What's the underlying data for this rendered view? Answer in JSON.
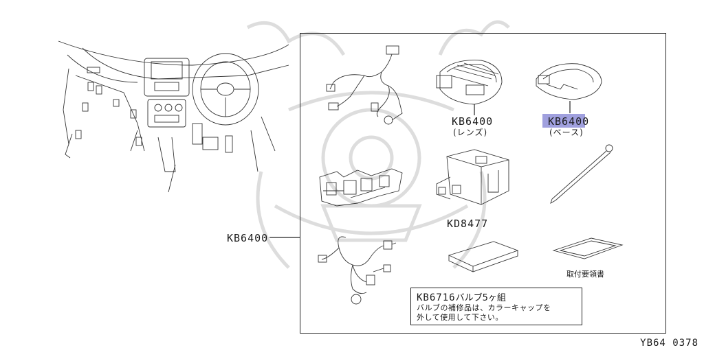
{
  "labels": {
    "main_part": "KB6400",
    "lens_code": "KB6400",
    "lens_sub": "(レンズ)",
    "base_code": "KB6400",
    "base_sub": "(ベース)",
    "relay_code": "KD8477",
    "manual": "取付要領書"
  },
  "note": {
    "code": "KB6716",
    "title": "バルブ5ヶ組",
    "line1": "バルブの補修品は、カラーキャップを",
    "line2": "外して使用して下さい。"
  },
  "reference": "YB64 0378",
  "colors": {
    "highlight": "#8f8fd8",
    "line": "#222222",
    "watermark": "#dddddd"
  }
}
